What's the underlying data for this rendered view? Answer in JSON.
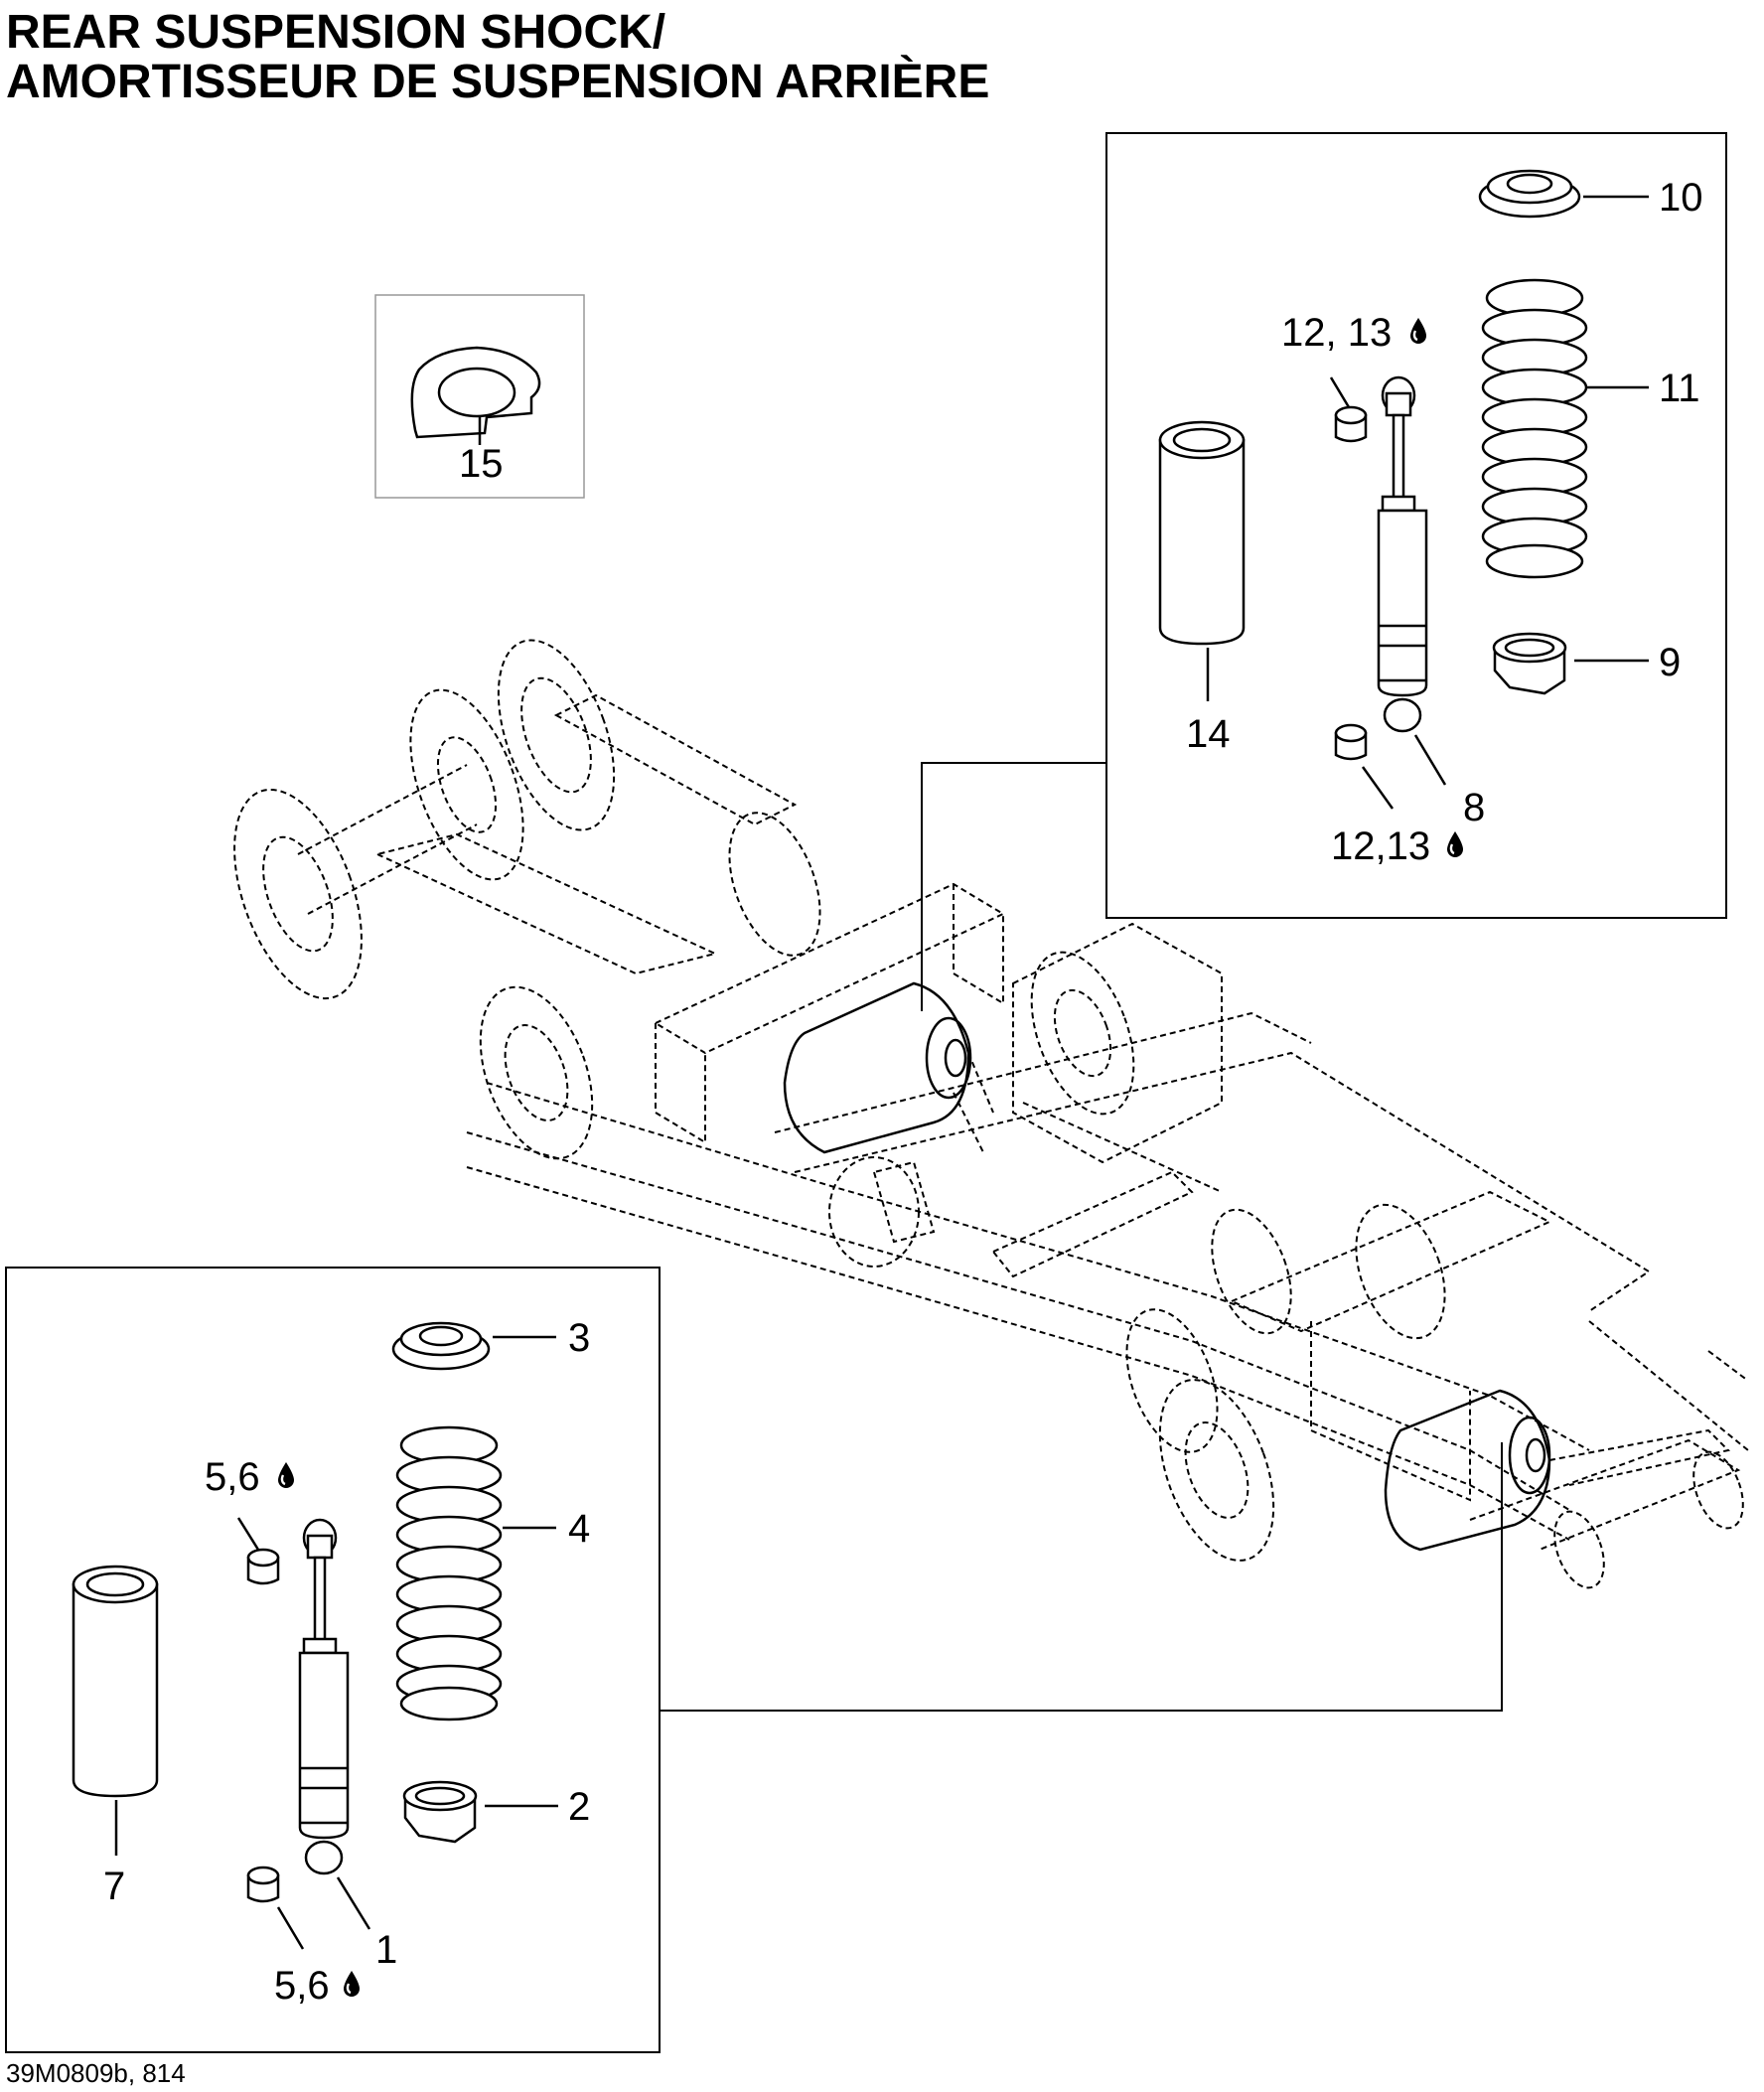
{
  "title_line1": "REAR SUSPENSION SHOCK/",
  "title_line2": "AMORTISSEUR DE SUSPENSION ARRIÈRE",
  "reference_code": "39M0809b, 814",
  "callouts": {
    "c1": "1",
    "c2": "2",
    "c3": "3",
    "c4": "4",
    "c56_top": "5,6",
    "c56_bottom": "5,6",
    "c7": "7",
    "c8": "8",
    "c9": "9",
    "c10": "10",
    "c11": "11",
    "c1213_top": "12, 13",
    "c1213_bottom": "12,13",
    "c14": "14",
    "c15": "15"
  },
  "icons": [
    "oil-drop-icon"
  ]
}
